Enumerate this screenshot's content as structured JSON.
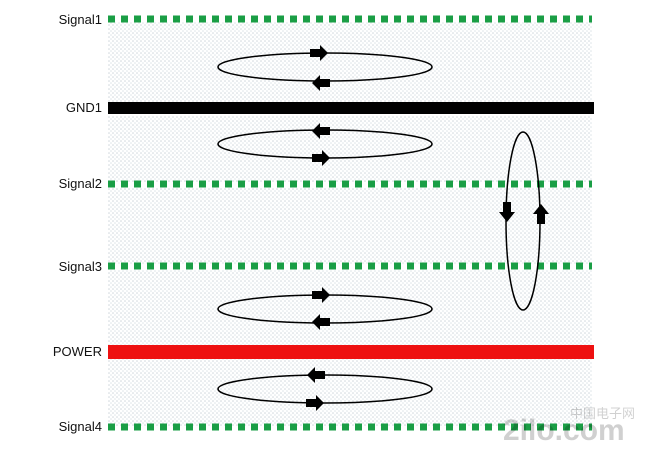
{
  "layers": [
    {
      "id": "signal1",
      "label": "Signal1",
      "kind": "signal",
      "color": "#1a9e45"
    },
    {
      "id": "gnd1",
      "label": "GND1",
      "kind": "plane",
      "color": "#000000"
    },
    {
      "id": "signal2",
      "label": "Signal2",
      "kind": "signal",
      "color": "#1a9e45"
    },
    {
      "id": "signal3",
      "label": "Signal3",
      "kind": "signal",
      "color": "#1a9e45"
    },
    {
      "id": "power",
      "label": "POWER",
      "kind": "plane",
      "color": "#ee1111"
    },
    {
      "id": "signal4",
      "label": "Signal4",
      "kind": "signal",
      "color": "#1a9e45"
    }
  ],
  "colors": {
    "dielectric_dot": "#cfd6dc",
    "loop": "#000000",
    "arrow": "#000000"
  },
  "loops": [
    {
      "id": "loop-signal1-gnd1",
      "orientation": "horizontal",
      "upper_arrow": "right",
      "lower_arrow": "left"
    },
    {
      "id": "loop-gnd1-signal2",
      "orientation": "horizontal",
      "upper_arrow": "left",
      "lower_arrow": "right"
    },
    {
      "id": "loop-signal3-power",
      "orientation": "horizontal",
      "upper_arrow": "right",
      "lower_arrow": "left"
    },
    {
      "id": "loop-power-signal4",
      "orientation": "horizontal",
      "upper_arrow": "left",
      "lower_arrow": "right"
    },
    {
      "id": "loop-signal2-signal3",
      "orientation": "vertical",
      "left_arrow": "down",
      "right_arrow": "up"
    }
  ],
  "watermark": {
    "text": "2ilo.com",
    "subtext": "中国电子网"
  }
}
